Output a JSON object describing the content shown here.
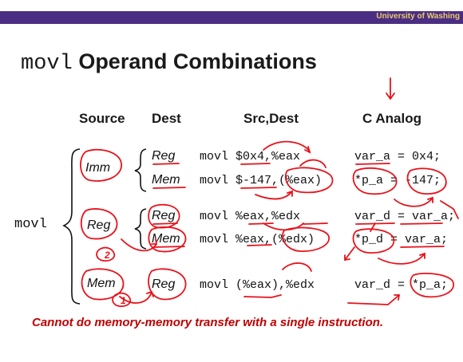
{
  "header_bar": {
    "institution": "University of Washing",
    "bar_color": "#4b2e83",
    "text_color": "#e8c96a"
  },
  "slide": {
    "title_code": "movl",
    "title_text": " Operand Combinations",
    "columns": {
      "source": "Source",
      "dest": "Dest",
      "src_dest": "Src,Dest",
      "c_analog": "C Analog"
    },
    "instruction": "movl",
    "sources": {
      "imm": "Imm",
      "reg": "Reg",
      "mem": "Mem"
    },
    "dests": {
      "imm_reg": "Reg",
      "imm_mem": "Mem",
      "reg_reg": "Reg",
      "reg_mem": "Mem",
      "mem_reg": "Reg"
    },
    "rows": [
      {
        "asm": "movl $0x4,%eax",
        "c": "var_a = 0x4;"
      },
      {
        "asm": "movl $-147,(%eax)",
        "c": "*p_a = -147;"
      },
      {
        "asm": "movl %eax,%edx",
        "c": "var_d = var_a;"
      },
      {
        "asm": "movl %eax,(%edx)",
        "c": "*p_d = var_a;"
      },
      {
        "asm": "movl (%eax),%edx",
        "c": "var_d = *p_a;"
      }
    ],
    "footer": "Cannot do memory-memory transfer with a single instruction."
  },
  "annotations": {
    "ink_color": "#e8121b",
    "step_numbers": [
      "2",
      "1"
    ]
  }
}
